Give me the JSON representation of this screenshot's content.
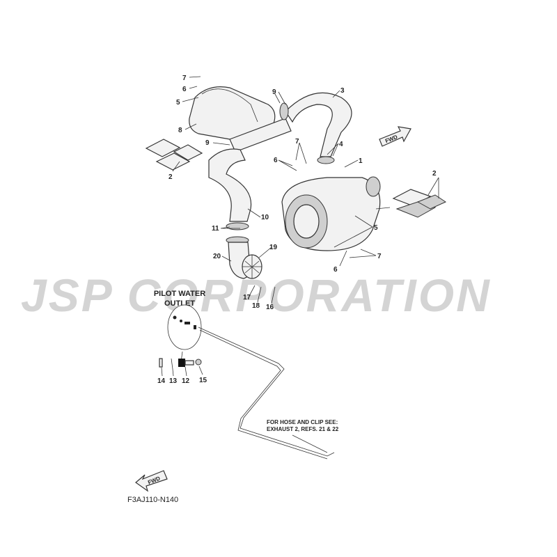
{
  "diagram": {
    "watermark": "JSP CORPORATION",
    "fwd_arrow_label": "FWD",
    "pilot_title_line1": "PILOT WATER",
    "pilot_title_line2": "OUTLET",
    "note_line1": "FOR HOSE AND CLIP SEE:",
    "note_line2": "EXHAUST 2, REFS. 21 & 22",
    "diagram_code": "F3AJ110-N140",
    "callouts": [
      "7",
      "6",
      "5",
      "8",
      "2",
      "9",
      "3",
      "9",
      "7",
      "4",
      "6",
      "1",
      "2",
      "10",
      "11",
      "5",
      "19",
      "20",
      "7",
      "6",
      "17",
      "18",
      "16",
      "14",
      "13",
      "12",
      "15"
    ]
  }
}
